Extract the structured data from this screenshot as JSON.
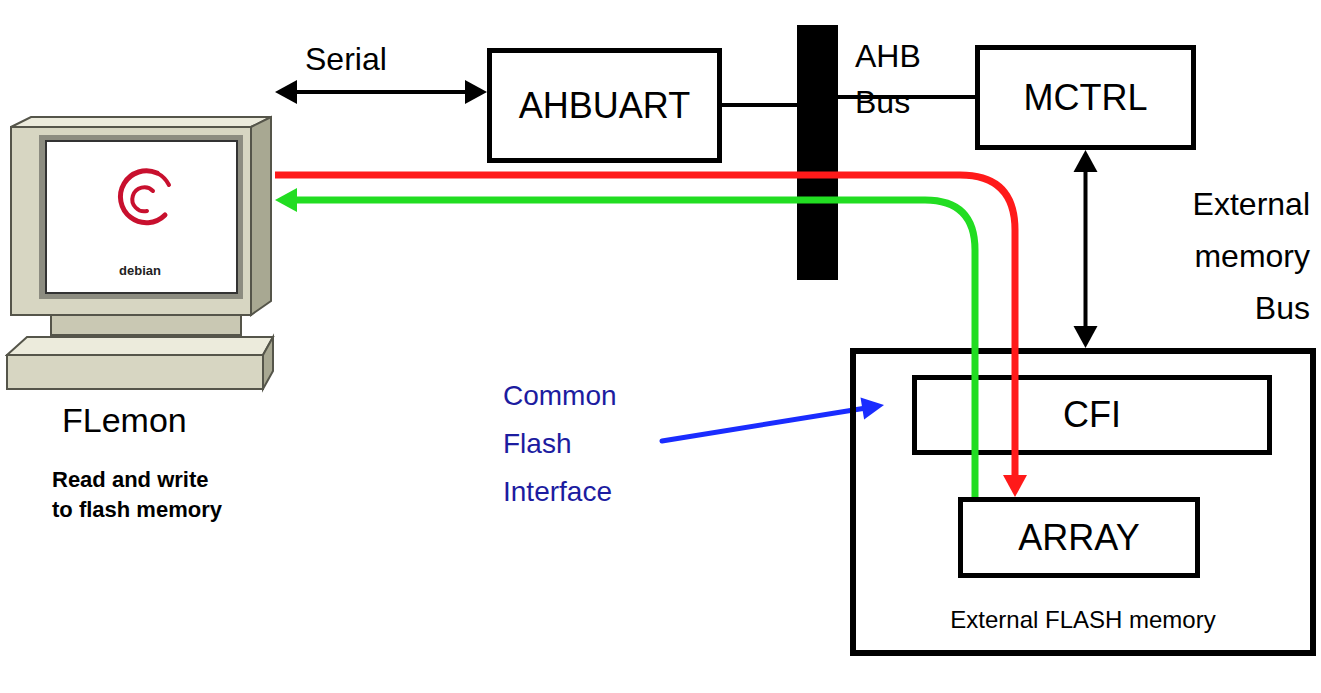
{
  "diagram": {
    "nodes": [
      {
        "text": [
          "debian",
          "FLemon",
          "Read and write to flash memory"
        ]
      },
      {
        "text": [
          "AHBUART"
        ]
      },
      {
        "text": [
          "AHB Bus"
        ]
      },
      {
        "text": [
          "MCTRL"
        ]
      },
      {
        "text": [
          "External FLASH memory"
        ]
      },
      {
        "text": [
          "CFI"
        ],
        "in": 4
      },
      {
        "text": [
          "ARRAY"
        ],
        "in": 4
      }
    ],
    "edges": [
      {
        "from": 0,
        "to": 1,
        "arrow": "both",
        "label": "Serial"
      },
      {
        "from": 1,
        "to": 2,
        "arrow": "none"
      },
      {
        "from": 2,
        "to": 3,
        "arrow": "none"
      },
      {
        "from": 3,
        "to": 4,
        "arrow": "both",
        "label": "External memory Bus"
      },
      {
        "from": 0,
        "to": 6,
        "arrow": "to"
      },
      {
        "from": 6,
        "to": 0,
        "arrow": "to"
      }
    ],
    "labels": [
      "Common Flash Interface"
    ]
  }
}
